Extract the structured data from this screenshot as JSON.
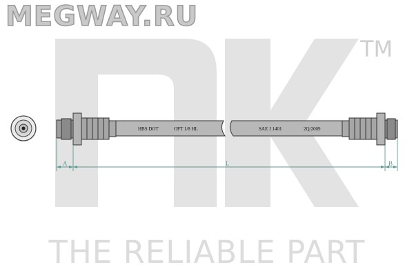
{
  "watermark": {
    "site": "MEGWAY.RU",
    "tagline": "THE RELIABLE PART",
    "trademark": "TM",
    "logo": "nk-logo"
  },
  "hose": {
    "markings": [
      "HBS DOT",
      "OPT 1/8 HL",
      "SAE J 1401",
      "2Q/2009"
    ]
  },
  "dimensions": {
    "a_label": "A",
    "l_label": "L",
    "b_label": "B"
  },
  "colors": {
    "dimension_line": "#5b9a8f",
    "logo_fill": "#e3e3e3",
    "hose_body": "#b8b8b8",
    "fitting": "#9e9e9e",
    "watermark_text": "#c9c9c9"
  }
}
